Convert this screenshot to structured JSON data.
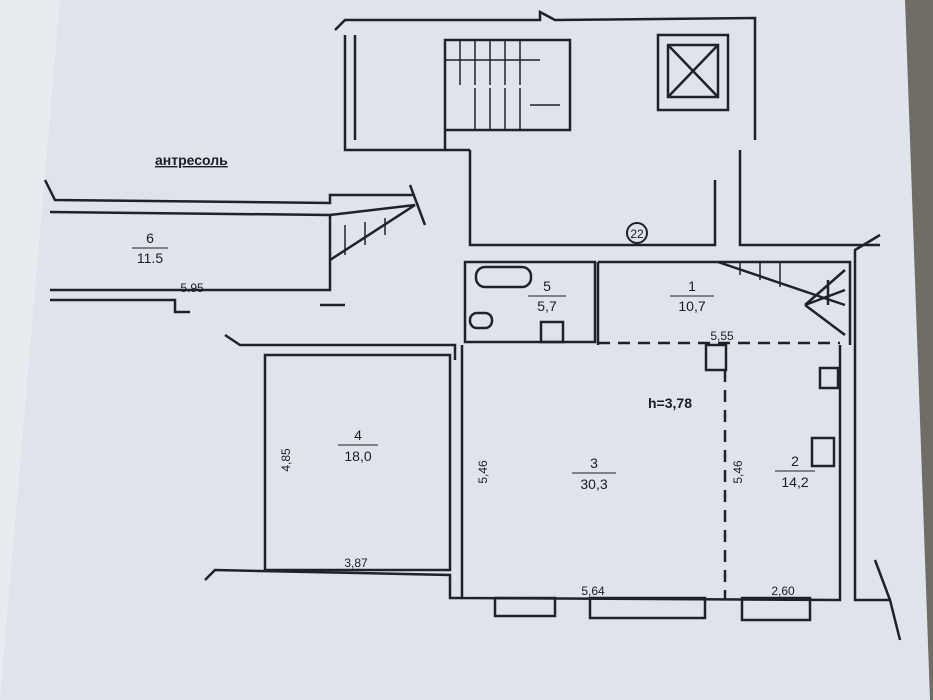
{
  "title": "антресоль",
  "stair_marker": "22",
  "height_label": "h=3,78",
  "rooms": [
    {
      "number": "1",
      "area": "10,7"
    },
    {
      "number": "2",
      "area": "14,2"
    },
    {
      "number": "3",
      "area": "30,3"
    },
    {
      "number": "4",
      "area": "18,0"
    },
    {
      "number": "5",
      "area": "5,7"
    },
    {
      "number": "6",
      "area": "11.5"
    }
  ],
  "dimensions": {
    "room6_length": "5.95",
    "room1_length": "5,55",
    "room4_height": "4,85",
    "room4_width": "3,87",
    "room3_height": "5,46",
    "room3_width": "5,64",
    "room2_height": "5,46",
    "room2_width": "2,60"
  }
}
